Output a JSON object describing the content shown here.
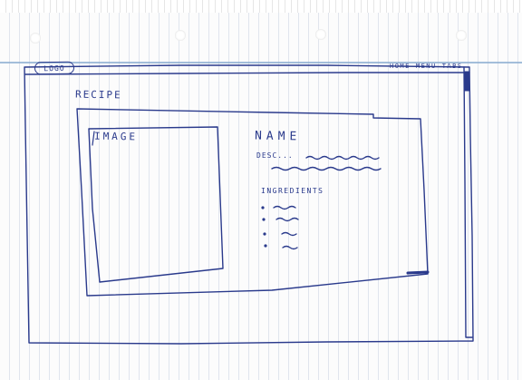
{
  "header": {
    "logo_label": "LOGO",
    "nav": [
      "HOME",
      "MENU",
      "TABS"
    ]
  },
  "content": {
    "section_title": "RECIPE",
    "image_label": "IMAGE",
    "name_label": "NAME",
    "desc_label": "DESC...",
    "ingredients_label": "INGREDIENTS",
    "ingredient_count": 4
  },
  "colors": {
    "ink": "#2a3a8c",
    "ruling": "#96aac8",
    "header_rule": "#5a8cbe"
  }
}
